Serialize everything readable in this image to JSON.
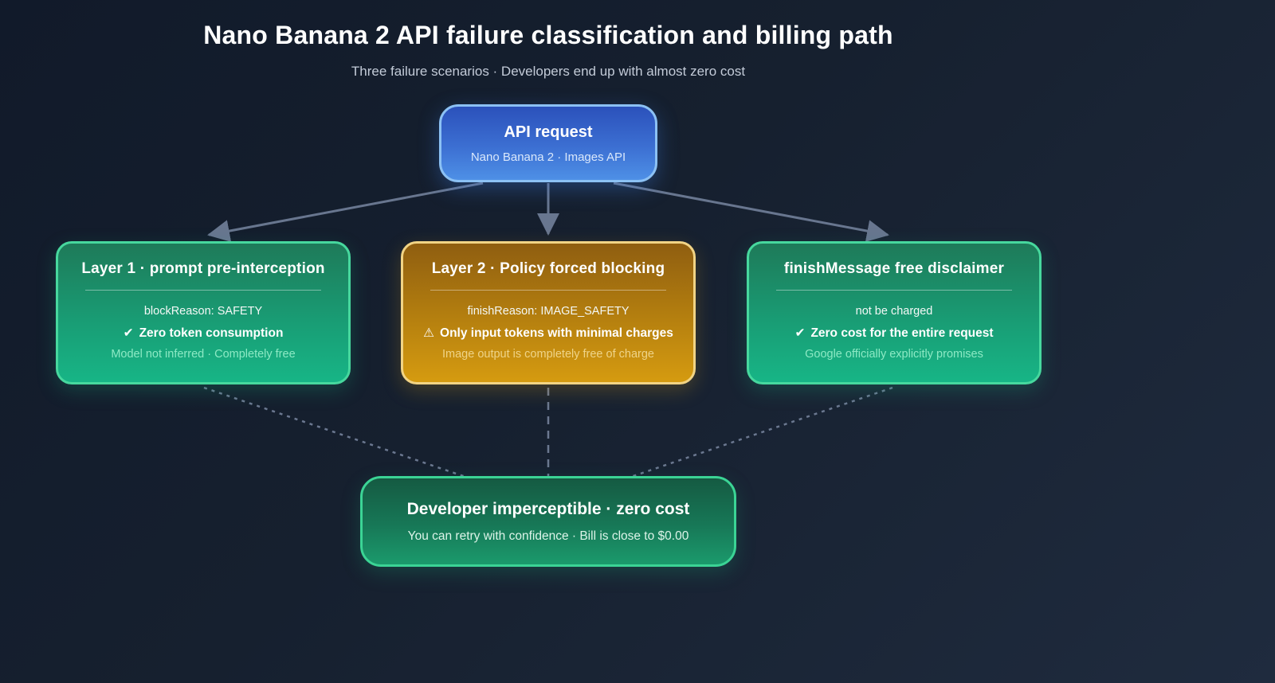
{
  "header": {
    "title": "Nano Banana 2 API failure classification and billing path",
    "subtitle": "Three failure scenarios · Developers end up with almost zero cost"
  },
  "nodes": {
    "api": {
      "title": "API request",
      "subtitle": "Nano Banana 2 · Images API"
    },
    "layer1": {
      "title": "Layer 1 · prompt pre-interception",
      "line1": "blockReason: SAFETY",
      "badge_icon": "✔",
      "badge_text": "Zero token consumption",
      "line3": "Model not inferred · Completely free"
    },
    "layer2": {
      "title": "Layer 2 · Policy forced blocking",
      "line1": "finishReason: IMAGE_SAFETY",
      "badge_icon": "⚠",
      "badge_text": "Only input tokens with minimal charges",
      "line3": "Image output is completely free of charge"
    },
    "layer3": {
      "title": "finishMessage free disclaimer",
      "line1": "not be charged",
      "badge_icon": "✔",
      "badge_text": "Zero cost for the entire request",
      "line3": "Google officially explicitly promises"
    },
    "result": {
      "title": "Developer imperceptible · zero cost",
      "subtitle": "You can retry with confidence · Bill is close to $0.00"
    }
  },
  "colors": {
    "background_dark": "#131c2c",
    "background_light": "#1f2b3e",
    "api_blue_top": "#2b51bb",
    "api_blue_bottom": "#4e90e6",
    "api_border": "#8cc1f4",
    "green_top": "#1e7a59",
    "green_bottom": "#17b586",
    "green_border": "#47d89e",
    "amber_top": "#8f5e10",
    "amber_bottom": "#d59b10",
    "amber_border": "#f2d485",
    "result_top": "#155a42",
    "result_bottom": "#1b9a6c",
    "result_border": "#3bd495",
    "arrow": "#68768f",
    "dashed_line": "#6b7890"
  }
}
